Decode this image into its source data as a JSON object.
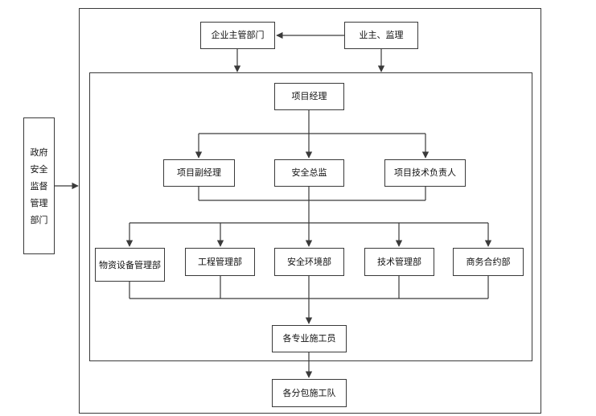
{
  "nodes": {
    "enterprise_dept": "企业主管部门",
    "owner_supervisor": "业主、监理",
    "gov_safety": "政府\n安全\n监督\n管理\n部门",
    "project_manager": "项目经理",
    "deputy_pm": "项目副经理",
    "safety_director": "安全总监",
    "tech_lead": "项目技术负责人",
    "materials_dept": "物资设备管理部",
    "engineering_dept": "工程管理部",
    "safety_env_dept": "安全环境部",
    "tech_dept": "技术管理部",
    "commercial_dept": "商务合约部",
    "construction_staff": "各专业施工员",
    "subcontract_teams": "各分包施工队"
  },
  "colors": {
    "line": "#3a3a3a",
    "box_border": "#3a3a3a",
    "text": "#111111"
  }
}
